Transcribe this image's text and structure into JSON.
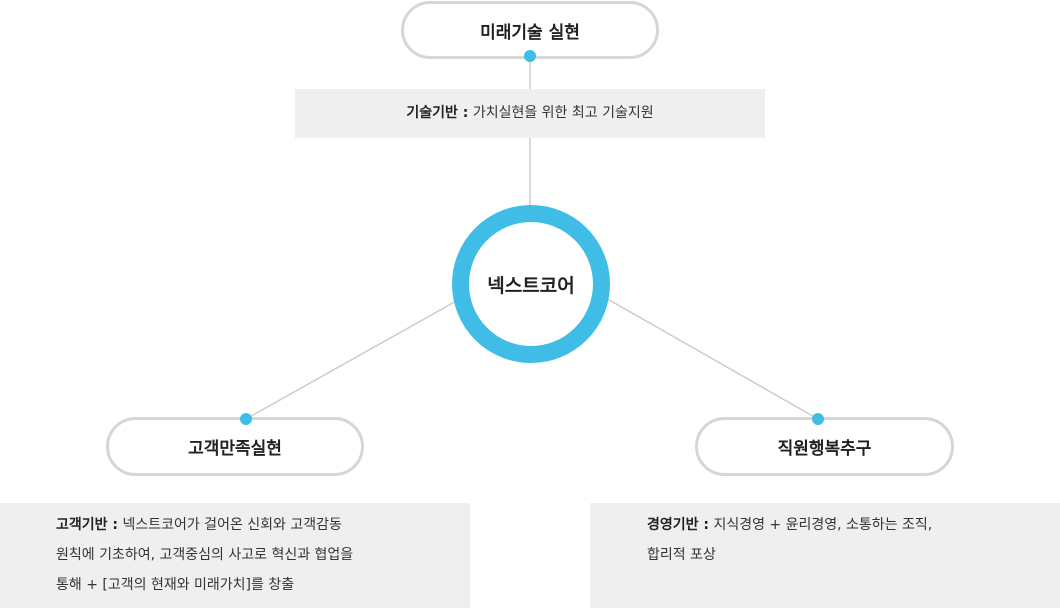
{
  "top": {
    "title": "미래기술 실현",
    "label": "기술기반 :",
    "desc": "가치실현을 위한 최고 기술지원"
  },
  "center": {
    "title": "넥스트코어"
  },
  "left": {
    "title": "고객만족실현",
    "label": "고객기반 :",
    "lines": [
      "넥스트코어가 걸어온 신회와 고객감동",
      "원칙에 기초하여, 고객중심의 사고로 혁신과 협업을",
      "통해 + [고객의 현재와 미래가치]를 창출"
    ]
  },
  "right": {
    "title": "직원행복추구",
    "label": "경영기반 :",
    "lines": [
      "지식경영 + 윤리경영, 소통하는 조직,",
      "합리적 포상"
    ]
  },
  "colors": {
    "accent": "#3fbde7",
    "border": "#d6d6d6",
    "box": "#efefef",
    "line": "#cccccc"
  }
}
